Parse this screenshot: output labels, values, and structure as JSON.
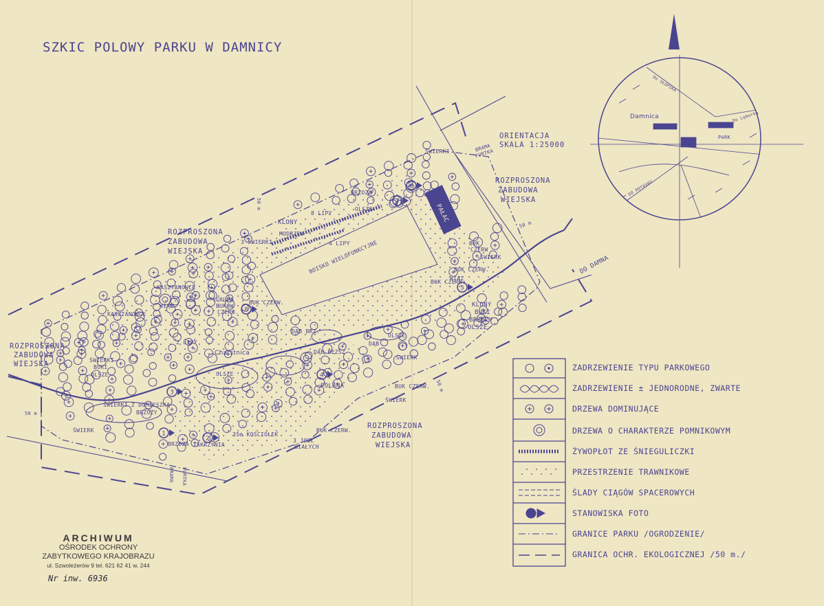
{
  "title": "SZKIC POLOWY PARKU W DAMNICY",
  "orientation": {
    "line1": "ORIENTACJA",
    "line2": "SKALA 1:25000"
  },
  "inset": {
    "damnica": "Damnica",
    "park": "PARK",
    "roads": [
      "Do SŁUPSKA",
      "Do Lęborka",
      "DO POTASKU"
    ]
  },
  "zones": {
    "top": [
      "ROZPROSZONA",
      "ZABUDOWA",
      "WIEJSKA"
    ],
    "left": [
      "ROZPROSZONA",
      "ZABUDOWA",
      "WIEJSKA"
    ],
    "bottom": [
      "ROZPROSZONA",
      "ZABUDOWA",
      "WIEJSKA"
    ],
    "right": [
      "ROZPROSZONA",
      "ZABUDOWA",
      "WIEJSKA"
    ]
  },
  "features": {
    "palace": "PAŁAC",
    "field": "BOISKO WIELOFUNKCYJNE",
    "stream": "Charstnica",
    "polana": "POLANA",
    "to_damna": "DO DAMNA",
    "gate_top": [
      "BRAMA",
      "FURTKA"
    ],
    "gate_bottom": [
      "BRAMA",
      "FURTKA"
    ],
    "fifty_m": [
      "50 m",
      "50 m",
      "50 m",
      "50 m"
    ]
  },
  "tree_labels": [
    "KASZTANOWCE",
    "KASZTANOWCE",
    "ŚWIERKI",
    "BUKI",
    "OLSZE",
    "ŚWIERKI Z DOMIESZKĄ",
    "BRZOZY",
    "2 LIPY",
    "OLSZE",
    "WIĄZ",
    "GRUPA",
    "BUKÓW",
    "CZERW.",
    "BUK CZERW.",
    "KLONY",
    "8 LIPY",
    "3 ŚWIERKI",
    "MODRZEW",
    "4 LIPY",
    "BRZOZA",
    "ŚWIERKI",
    "OLSZE",
    "DĄB BEZSZ",
    "DĄB BRZ.",
    "DĄB",
    "OLSZE",
    "ŚWIERK",
    "BUK CZERW.",
    "ŚWIERK",
    "BUK CZERW.",
    "KLONY",
    "BUKI",
    "BRZOZY",
    "OLSZE",
    "BUK CZERW.",
    "WIĄZ",
    "BUK",
    "CZERW",
    "ŚWIERK",
    "BRZOZA",
    "35m KOŚCIÓŁEK",
    "3 JODŁ",
    "BIAŁYCH",
    "BUK CZERW.",
    "ŚWIERK",
    "SKRZYNIA"
  ],
  "photo_stations": [
    "1",
    "2",
    "3",
    "4",
    "5",
    "6",
    "7",
    "8"
  ],
  "legend": [
    "ZADRZEWIENIE TYPU PARKOWEGO",
    "ZADRZEWIENIE ± JEDNORODNE, ZWARTE",
    "DRZEWA DOMINUJĄCE",
    "DRZEWA O CHARAKTERZE POMNIKOWYM",
    "ŻYWOPŁOT ZE ŚNIEGULICZKI",
    "PRZESTRZENIE TRAWNIKOWE",
    "ŚLADY CIĄGÓW SPACEROWYCH",
    "STANOWISKA FOTO",
    "GRANICE PARKU /OGRODZENIE/",
    "GRANICA OCHR. EKOLOGICZNEJ /50 m./"
  ],
  "stamp": {
    "line1": "ARCHIWUM",
    "line2": "OŚRODEK OCHRONY",
    "line3": "ZABYTKOWEGO KRAJOBRAZU",
    "line4": "ul. Szwoleżerów 9  tel. 621 62 41 w. 244"
  },
  "inventory": "Nr inw. 6936",
  "colors": {
    "paper": "#efe6c4",
    "ink": "#4a4590"
  }
}
